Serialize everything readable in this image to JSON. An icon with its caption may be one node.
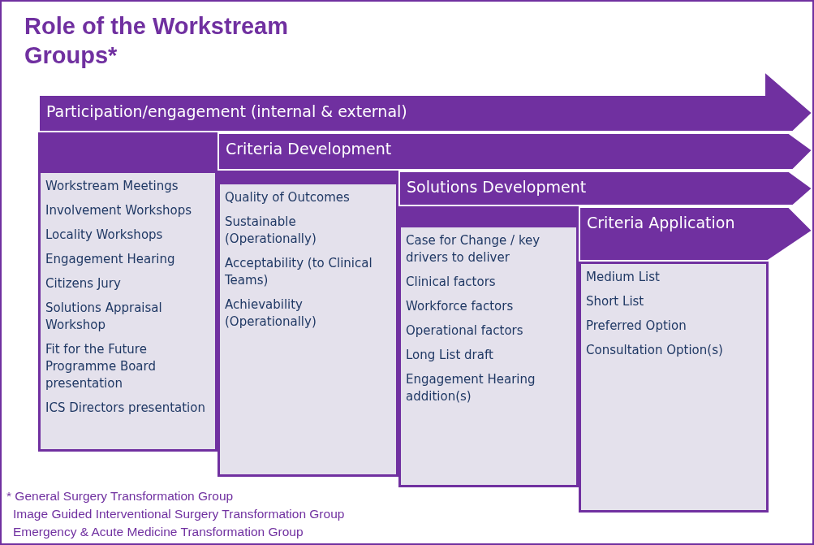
{
  "diagram": {
    "title": "Role of the Workstream Groups*",
    "nodes": [
      {
        "text": [
          "Participation/engagement (internal & external)"
        ]
      },
      {
        "text": [
          "Workstream Meetings",
          "Involvement Workshops",
          "Locality Workshops",
          "Engagement Hearing",
          "Citizens Jury",
          "Solutions Appraisal Workshop",
          "Fit for the Future Programme Board presentation",
          "ICS Directors presentation"
        ]
      },
      {
        "text": [
          "Criteria Development"
        ]
      },
      {
        "text": [
          "Quality of Outcomes",
          "Sustainable (Operationally)",
          "Acceptability (to Clinical Teams)",
          "Achievability (Operationally)"
        ]
      },
      {
        "text": [
          "Solutions Development"
        ]
      },
      {
        "text": [
          "Case for Change / key drivers to deliver",
          "Clinical factors",
          "Workforce factors",
          "Operational factors",
          "Long List draft",
          "Engagement Hearing addition(s)"
        ]
      },
      {
        "text": [
          "Criteria Application"
        ]
      },
      {
        "text": [
          "Medium List",
          "Short List",
          "Preferred Option",
          "Consultation Option(s)"
        ]
      }
    ],
    "labels": [
      "* General Surgery Transformation Group",
      "Image Guided Interventional Surgery Transformation Group",
      "Emergency & Acute Medicine Transformation Group"
    ]
  }
}
